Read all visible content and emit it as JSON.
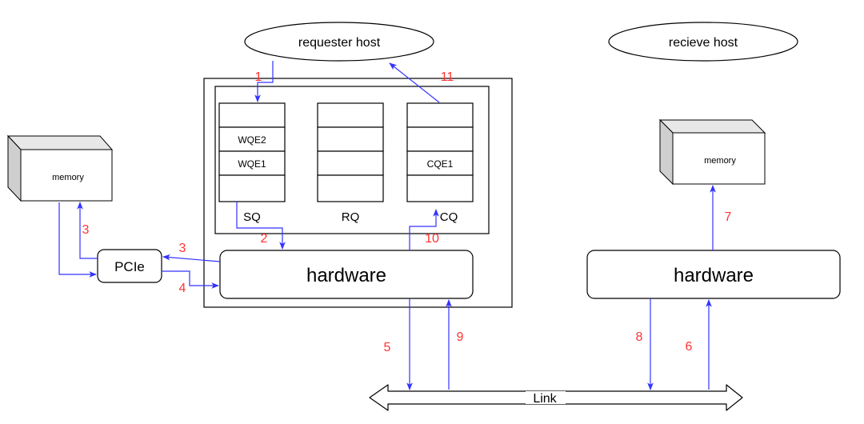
{
  "requester_host": "requester host",
  "receive_host": "recieve host",
  "queues": {
    "sq": {
      "label": "SQ",
      "entries": [
        "",
        "WQE2",
        "WQE1",
        ""
      ]
    },
    "rq": {
      "label": "RQ",
      "entries": [
        "",
        "",
        "",
        ""
      ]
    },
    "cq": {
      "label": "CQ",
      "entries": [
        "",
        "",
        "CQE1",
        ""
      ]
    }
  },
  "left_memory": "memory",
  "right_memory": "memory",
  "pcie": "PCIe",
  "left_hardware": "hardware",
  "right_hardware": "hardware",
  "link": "Link",
  "steps": {
    "s1": "1",
    "s2": "2",
    "s3a": "3",
    "s3b": "3",
    "s4": "4",
    "s5": "5",
    "s6": "6",
    "s7": "7",
    "s8": "8",
    "s9": "9",
    "s10": "10",
    "s11": "11"
  },
  "colors": {
    "arrow": "#3333ff",
    "step_number": "#ff3333",
    "outline": "#000000"
  }
}
